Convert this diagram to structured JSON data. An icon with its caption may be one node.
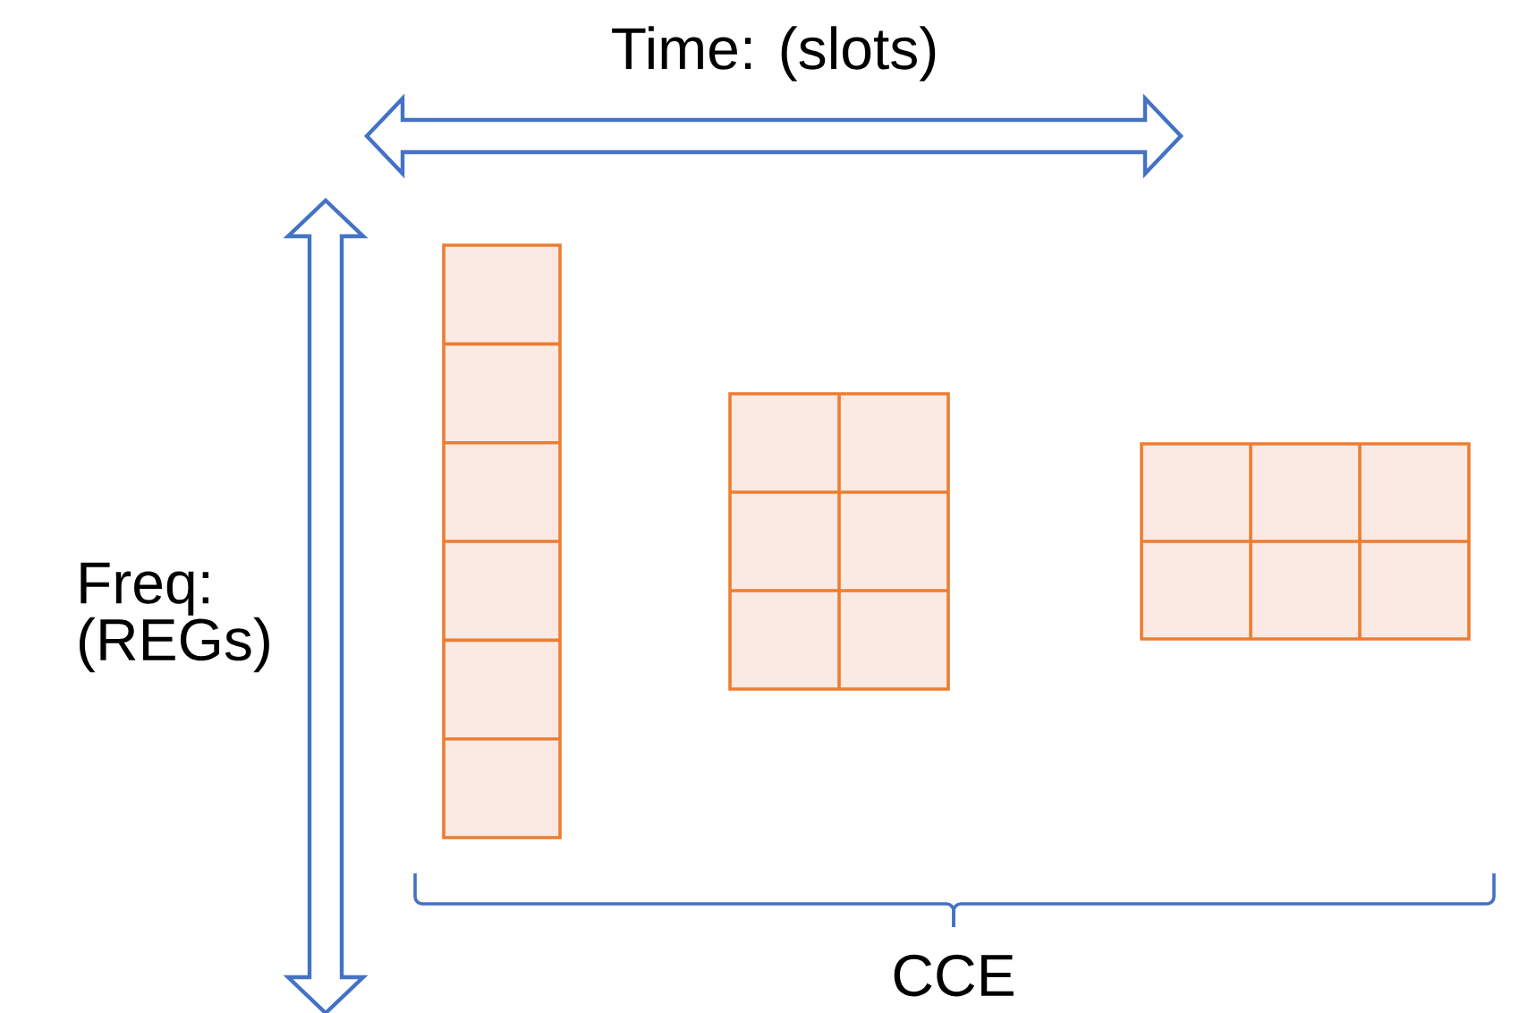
{
  "diagram": {
    "labels": [
      "Time: (slots)",
      "Freq: (REGs)",
      "CCE"
    ]
  }
}
